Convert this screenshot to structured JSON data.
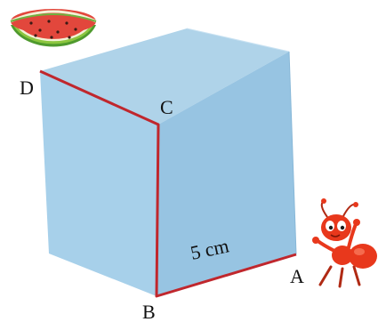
{
  "diagram": {
    "vertices": {
      "a": "A",
      "b": "B",
      "c": "C",
      "d": "D"
    },
    "edge_label": "5 cm"
  },
  "colors": {
    "cube_top": "#afd3e9",
    "cube_front": "#97c4e2",
    "cube_left": "#a7d0ea",
    "path": "#c0272d",
    "ant": "#e8381c",
    "watermelon_flesh": "#e2473c",
    "watermelon_rind": "#5aa536"
  },
  "icons": {
    "watermelon": "watermelon-icon",
    "ant": "ant-icon"
  }
}
